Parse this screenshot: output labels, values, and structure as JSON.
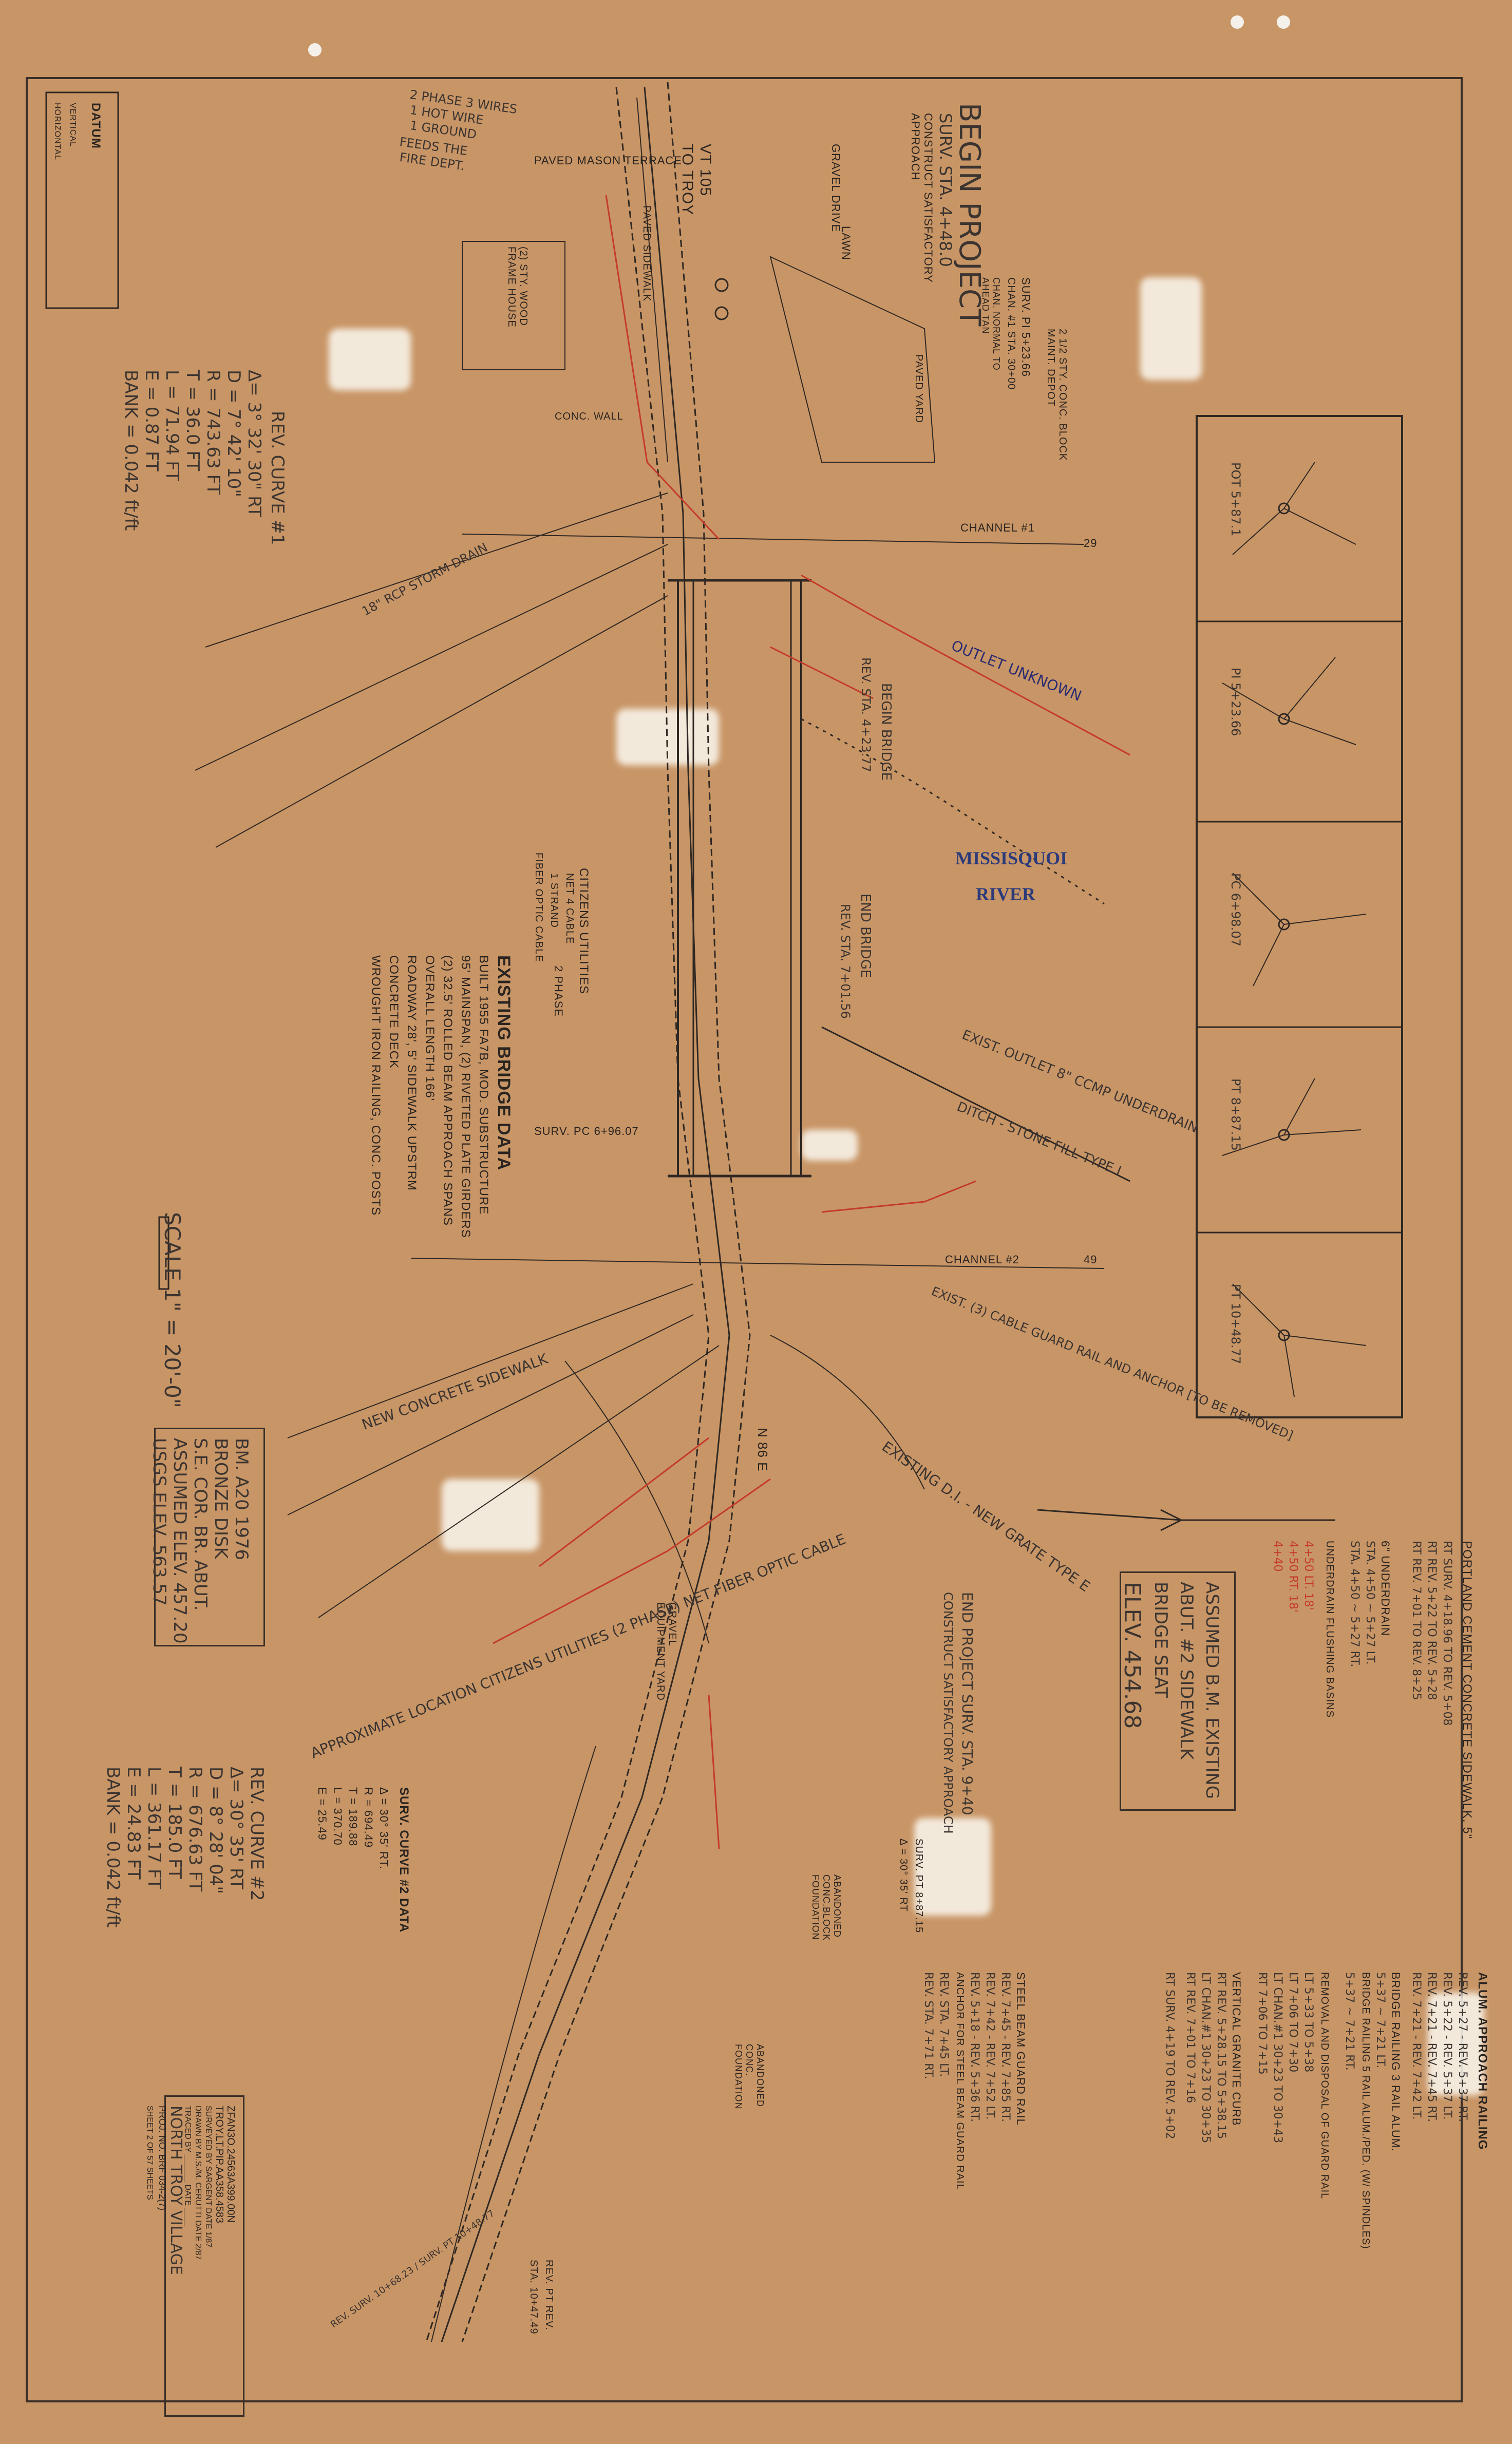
{
  "datum": {
    "title": "DATUM",
    "vertical": "VERTICAL",
    "horizontal": "HORIZONTAL"
  },
  "begin_project": {
    "title": "BEGIN PROJECT",
    "line1": "SURV. STA. 4+48.0",
    "line2": "CONSTRUCT SATISFACTORY",
    "line3": "APPROACH"
  },
  "notes_top": {
    "n1": "2 PHASE 3 WIRES",
    "n2": "1 HOT WIRE",
    "n3": "1 GROUND",
    "n4": "FEEDS THE",
    "n5": "FIRE DEPT."
  },
  "road_labels": {
    "paved_mason_terrace": "PAVED MASON TERRACE",
    "vt105": "VT 105",
    "to_troy": "TO TROY",
    "gravel_drive": "GRAVEL DRIVE",
    "lawn": "LAWN",
    "paved_sidewalk": "PAVED SIDEWALK",
    "house": "(2) STY. WOOD FRAME HOUSE",
    "conc_wall": "CONC. WALL",
    "paved_yard": "PAVED YARD",
    "conc_block_maint_depot": "2 1/2 STY. CONC. BLOCK MAINT. DEPOT",
    "channel1": "CHANNEL #1",
    "channel2": "CHANNEL #2",
    "ch29": "29",
    "ch49": "49",
    "surv_pi": "SURV. PI 5+23.66",
    "chan_sta": "CHAN. #1 STA. 30+00",
    "chan_normal": "CHAN. NORMAL TO AHEAD TAN",
    "begin_bridge": "BEGIN BRIDGE",
    "end_bridge": "END BRIDGE",
    "missisquoi": "MISSISQUOI",
    "river": "RIVER",
    "citizens": "CITIZENS UTILITIES",
    "two_phase": "2 PHASE",
    "n86e": "N 86 E",
    "surv_pc": "SURV. PC 6+96.07",
    "gravel_equip_yard": "GRAVEL EQUIPMENT YARD",
    "abandoned1": "ABANDONED CONC.BLOCK FOUNDATION",
    "abandoned2": "ABANDONED CONC. FOUNDATION",
    "end_project": "END PROJECT SURV. STA. 9+40",
    "end_project2": "CONSTRUCT SATISFACTORY APPROACH",
    "fiber": "APPROXIMATE LOCATION CITIZENS UTILITIES (2 PHASE) NET FIBER OPTIC CABLE",
    "grate_e": "EXISTING D.I. - NEW GRATE TYPE E",
    "exist_outlet": "EXIST. OUTLET 8\" CCMP UNDERDRAIN",
    "ditch_stone": "DITCH - STONE FILL TYPE I",
    "exist_cable_rail": "EXIST. (3) CABLE GUARD RAIL AND ANCHOR [TO BE REMOVED]",
    "outlet_unknown": "OUTLET UNKNOWN",
    "storm_drain": "18\" RCP STORM DRAIN",
    "new_sidewalk": "NEW CONCRETE SIDEWALK",
    "begin_bridge_sta": "REV. STA. 4+23.77",
    "end_bridge_sta": "REV. STA. 7+01.56"
  },
  "rev_curve_1": {
    "title": "REV. CURVE #1",
    "delta": "Δ= 3° 32' 30\" RT",
    "d": "D = 7° 42' 10\"",
    "r": "R = 743.63 FT",
    "t": "T = 36.0 FT",
    "l": "L = 71.94 FT",
    "e": "E = 0.87 FT",
    "bank": "BANK = 0.042 ft/ft"
  },
  "rev_curve_2": {
    "title": "REV. CURVE #2",
    "delta": "Δ= 30° 35' RT",
    "d": "D = 8° 28' 04\"",
    "r": "R = 676.63 FT",
    "t": "T = 185.0 FT",
    "l": "L = 361.17 FT",
    "e": "E = 24.83 FT",
    "bank": "BANK = 0.042 ft/ft"
  },
  "surv_curve_2": {
    "title": "SURV. CURVE #2 DATA",
    "delta": "Δ = 30° 35' RT.",
    "r": "R = 694.49",
    "t": "T = 189.88",
    "l": "L = 370.70",
    "e": "E = 25.49"
  },
  "bridge_data": {
    "title": "EXISTING BRIDGE DATA",
    "l1": "BUILT 1955 FA7B, MOD. SUBSTRUCTURE",
    "l2": "95' MAINSPAN, (2) RIVETED PLATE GIRDERS",
    "l3": "(2) 32.5' ROLLED BEAM APPROACH SPANS",
    "l4": "OVERALL LENGTH 166'",
    "l5": "ROADWAY 28', 5' SIDEWALK UPSTRM",
    "l6": "CONCRETE DECK",
    "l7": "WROUGHT IRON RAILING, CONC. POSTS",
    "net": "NET 4 CABLE",
    "strand": "1 STRAND",
    "fiber_optic": "FIBER OPTIC CABLE"
  },
  "scale": {
    "label": "SCALE 1\" = 20'-0\""
  },
  "benchmark": {
    "l1": "BM. A20 1976",
    "l2": "BRONZE DISK",
    "l3": "S.E. COR. BR. ABUT.",
    "l4": "ASSUMED ELEV. 457.20",
    "l5": "USGS ELEV. 563.57"
  },
  "assumed_bm": {
    "l1": "ASSUMED B.M. EXISTING",
    "l2": "ABUT. #2 SIDEWALK",
    "l3": "BRIDGE SEAT",
    "l4": "ELEV. 454.68"
  },
  "sidewalk_notes": {
    "title": "PORTLAND CEMENT CONCRETE SIDEWALK, 5\"",
    "l1": "RT SURV. 4+18.96 TO REV. 5+08",
    "l2": "RT REV. 5+22 TO REV. 5+28",
    "l3": "RT REV. 7+01 TO REV. 8+25",
    "ud_title": "6\" UNDERDRAIN",
    "ud1": "STA. 4+50 ~ 5+27 LT.",
    "ud2": "STA. 4+50 ~ 5+27 RT.",
    "fb_title": "UNDERDRAIN FLUSHING BASINS",
    "fb1": "4+50 LT. 18'",
    "fb2": "4+50 RT. 18'",
    "fb3": "4+40"
  },
  "rail_notes": {
    "title": "ALUM. APPROACH RAILING",
    "l1": "REV. 5+27 - REV. 5+37 RT.",
    "l2": "REV. 5+22 - REV. 5+37 LT.",
    "l3": "REV. 7+21 - REV. 7+45 RT.",
    "l4": "REV. 7+21 - REV. 7+42 LT.",
    "br_title": "BRIDGE RAILING 3 RAIL ALUM.",
    "br1": "5+37 ~ 7+21 LT.",
    "br2": "BRIDGE RAILING 5 RAIL ALUM./PED. (W/ SPINDLES)",
    "br3": "5+37 ~ 7+21 RT.",
    "rm_title": "REMOVAL AND DISPOSAL OF GUARD RAIL",
    "rm1": "LT 5+33 TO 5+38",
    "rm2": "LT 7+06 TO 7+30",
    "rm3": "LT CHAN.#1 30+23 TO 30+43",
    "rm4": "RT 7+06 TO 7+15",
    "vc_title": "VERTICAL GRANITE CURB",
    "vc1": "RT REV. 5+28.15 TO 5+38.15",
    "vc2": "LT CHAN.#1 30+23 TO 30+35",
    "vc3": "RT REV. 7+01 TO 7+16",
    "vc4": "RT SURV. 4+19 TO REV. 5+02",
    "sb_title": "STEEL BEAM GUARD RAIL",
    "sb1": "REV. 7+45 - REV. 7+85 RT.",
    "sb2": "REV. 7+42 - REV. 7+52 LT.",
    "sb3": "REV. 5+18 - REV. 5+36 RT.",
    "an_title": "ANCHOR FOR STEEL BEAM GUARD RAIL",
    "an1": "REV. STA. 7+45 LT.",
    "an2": "REV. STA. 7+71 RT."
  },
  "title_block": {
    "proj_no": "ZFAN3O.24563A399.00N",
    "troy": "TROY.LT.PIP.AA358.4583",
    "surveyed": "SURVEYED BY SARGENT DATE 1/87",
    "drawn": "DRAWN BY M.S./M. CERUTTI DATE 2/87",
    "traced": "TRACED BY ______ DATE ____",
    "name": "NORTH TROY VILLAGE",
    "proj": "PROJ. NO. BRF 034-2(7)",
    "sheet": "SHEET 2 OF 57 SHEETS"
  },
  "detail_boxes": [
    {
      "label": "POT 5+87.1"
    },
    {
      "label": "PI 5+23.66"
    },
    {
      "label": "PC 6+98.07"
    },
    {
      "label": "PT 8+87.15"
    },
    {
      "label": "PT 10+48.77"
    }
  ],
  "rev_end": {
    "l1": "REV. PT REV.",
    "l2": "STA. 10+47.49"
  },
  "surv_pt": {
    "l1": "SURV. PT 8+87.15",
    "l2": "Δ = 30° 35' RT"
  },
  "end_north": "REV. SURV. 10+68.23 / SURV. PT 10+48.77"
}
